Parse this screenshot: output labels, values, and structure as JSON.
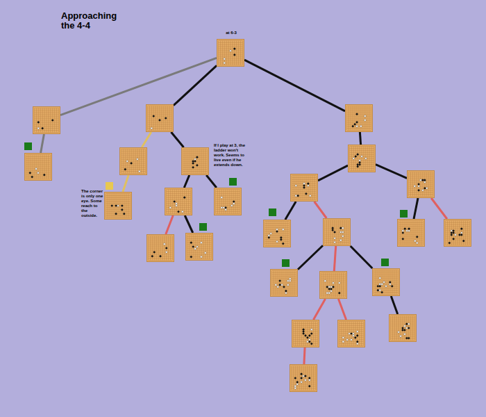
{
  "diagram": {
    "title": "Approaching the 4-4",
    "nodes": [
      {
        "text": [
          "at 6-3"
        ]
      },
      {
        "text": []
      },
      {
        "text": []
      },
      {
        "text": []
      },
      {
        "text": []
      },
      {
        "text": []
      },
      {
        "text": []
      },
      {
        "text": []
      },
      {
        "text": []
      },
      {
        "text": []
      },
      {
        "text": []
      },
      {
        "text": []
      },
      {
        "text": []
      },
      {
        "text": []
      },
      {
        "text": []
      },
      {
        "text": []
      },
      {
        "text": []
      },
      {
        "text": []
      },
      {
        "text": []
      },
      {
        "text": []
      },
      {
        "text": []
      },
      {
        "text": []
      },
      {
        "text": []
      },
      {
        "text": []
      },
      {
        "text": []
      },
      {
        "text": []
      }
    ],
    "edges": [
      {
        "from": 0,
        "to": 1,
        "arrow": "none"
      },
      {
        "from": 1,
        "to": 2,
        "arrow": "none"
      },
      {
        "from": 0,
        "to": 3,
        "arrow": "none"
      },
      {
        "from": 3,
        "to": 4,
        "arrow": "none"
      },
      {
        "from": 4,
        "to": 5,
        "arrow": "none"
      },
      {
        "from": 3,
        "to": 6,
        "arrow": "none"
      },
      {
        "from": 6,
        "to": 7,
        "arrow": "none"
      },
      {
        "from": 6,
        "to": 8,
        "arrow": "none"
      },
      {
        "from": 7,
        "to": 9,
        "arrow": "none"
      },
      {
        "from": 7,
        "to": 10,
        "arrow": "none"
      },
      {
        "from": 0,
        "to": 11,
        "arrow": "none"
      },
      {
        "from": 11,
        "to": 12,
        "arrow": "none"
      },
      {
        "from": 12,
        "to": 13,
        "arrow": "none"
      },
      {
        "from": 12,
        "to": 14,
        "arrow": "none"
      },
      {
        "from": 13,
        "to": 15,
        "arrow": "none"
      },
      {
        "from": 13,
        "to": 16,
        "arrow": "none"
      },
      {
        "from": 14,
        "to": 17,
        "arrow": "none"
      },
      {
        "from": 14,
        "to": 18,
        "arrow": "none"
      },
      {
        "from": 16,
        "to": 19,
        "arrow": "none"
      },
      {
        "from": 16,
        "to": 20,
        "arrow": "none"
      },
      {
        "from": 16,
        "to": 21,
        "arrow": "none"
      },
      {
        "from": 20,
        "to": 22,
        "arrow": "none"
      },
      {
        "from": 20,
        "to": 23,
        "arrow": "none"
      },
      {
        "from": 21,
        "to": 24,
        "arrow": "none"
      },
      {
        "from": 22,
        "to": 25,
        "arrow": "none"
      }
    ],
    "labels": [
      "If I play at 3, the ladder won't work. Seems to live even if he extends down.",
      "The corner is only one eye. Some reach to the outside."
    ]
  }
}
